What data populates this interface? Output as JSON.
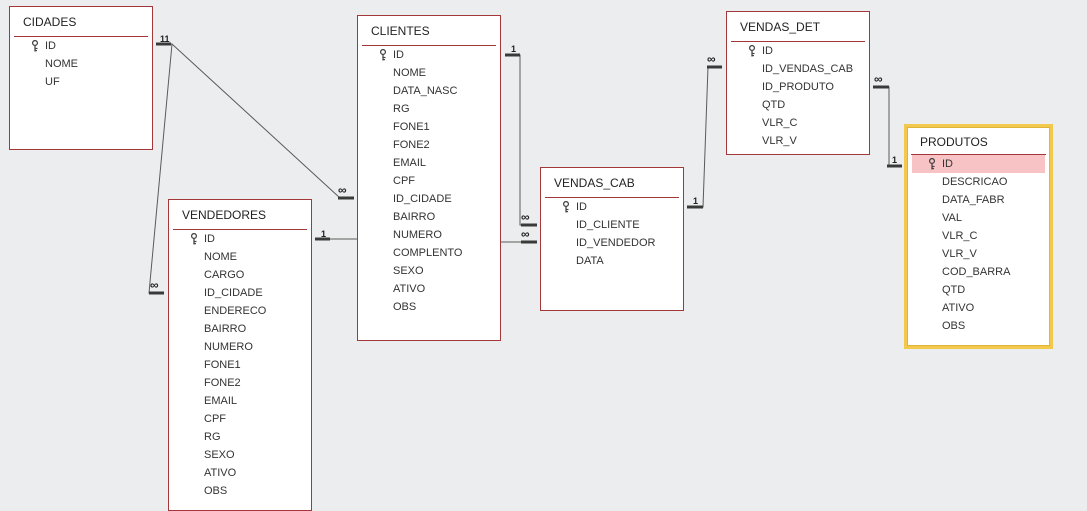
{
  "tables": {
    "cidades": {
      "title": "CIDADES",
      "fields": [
        "ID",
        "NOME",
        "UF"
      ]
    },
    "vendedores": {
      "title": "VENDEDORES",
      "fields": [
        "ID",
        "NOME",
        "CARGO",
        "ID_CIDADE",
        "ENDERECO",
        "BAIRRO",
        "NUMERO",
        "FONE1",
        "FONE2",
        "EMAIL",
        "CPF",
        "RG",
        "SEXO",
        "ATIVO",
        "OBS"
      ]
    },
    "clientes": {
      "title": "CLIENTES",
      "fields": [
        "ID",
        "NOME",
        "DATA_NASC",
        "RG",
        "FONE1",
        "FONE2",
        "EMAIL",
        "CPF",
        "ID_CIDADE",
        "BAIRRO",
        "NUMERO",
        "COMPLENTO",
        "SEXO",
        "ATIVO",
        "OBS"
      ]
    },
    "vendas_cab": {
      "title": "VENDAS_CAB",
      "fields": [
        "ID",
        "ID_CLIENTE",
        "ID_VENDEDOR",
        "DATA"
      ]
    },
    "vendas_det": {
      "title": "VENDAS_DET",
      "fields": [
        "ID",
        "ID_VENDAS_CAB",
        "ID_PRODUTO",
        "QTD",
        "VLR_C",
        "VLR_V"
      ]
    },
    "produtos": {
      "title": "PRODUTOS",
      "fields": [
        "ID",
        "DESCRICAO",
        "DATA_FABR",
        "VAL",
        "VLR_C",
        "VLR_V",
        "COD_BARRA",
        "QTD",
        "ATIVO",
        "OBS"
      ]
    }
  },
  "cardinality": {
    "one": "1",
    "one_double": "11",
    "many": "∞"
  },
  "colors": {
    "border": "#a4373a",
    "selected": "#f2c94c",
    "highlight": "#f8c3c5",
    "line": "#555555"
  }
}
